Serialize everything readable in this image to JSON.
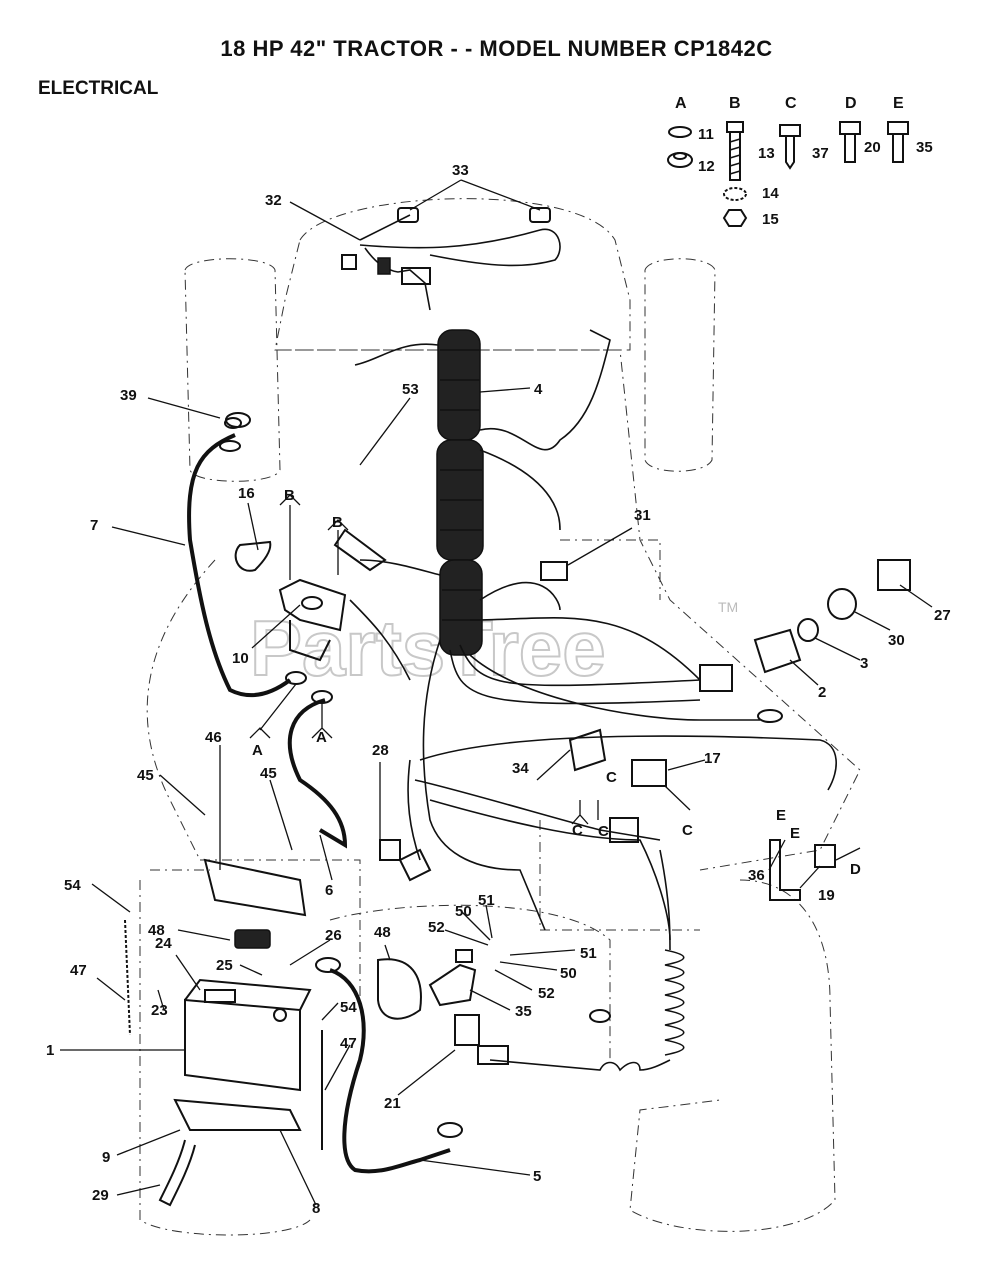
{
  "header": {
    "title": "18 HP 42\" TRACTOR - - MODEL NUMBER CP1842C",
    "section": "ELECTRICAL"
  },
  "watermark": {
    "text": "PartsTree",
    "tm": "TM"
  },
  "hardware_key": [
    {
      "letter": "A",
      "items": [
        "11",
        "12"
      ]
    },
    {
      "letter": "B",
      "items": [
        "13",
        "14",
        "15"
      ]
    },
    {
      "letter": "C",
      "items": [
        "37"
      ]
    },
    {
      "letter": "D",
      "items": [
        "20"
      ]
    },
    {
      "letter": "E",
      "items": [
        "35"
      ]
    }
  ],
  "callouts": {
    "c1": "1",
    "c2": "2",
    "c3": "3",
    "c4": "4",
    "c5": "5",
    "c6": "6",
    "c7": "7",
    "c8": "8",
    "c9": "9",
    "c10": "10",
    "c16": "16",
    "c17": "17",
    "c19": "19",
    "c21": "21",
    "c23": "23",
    "c24": "24",
    "c25": "25",
    "c26": "26",
    "c27": "27",
    "c28": "28",
    "c29": "29",
    "c30": "30",
    "c31": "31",
    "c32": "32",
    "c33": "33",
    "c34": "34",
    "c35a": "35",
    "c36": "36",
    "c39": "39",
    "c45a": "45",
    "c45b": "45",
    "c46": "46",
    "c47a": "47",
    "c47b": "47",
    "c48a": "48",
    "c48b": "48",
    "c50a": "50",
    "c50b": "50",
    "c51a": "51",
    "c51b": "51",
    "c52a": "52",
    "c52b": "52",
    "c53": "53",
    "c54a": "54",
    "c54b": "54"
  },
  "hardware_refs": {
    "A1": "A",
    "A2": "A",
    "B1": "B",
    "B2": "B",
    "C1": "C",
    "C2": "C",
    "C3": "C",
    "C4": "C",
    "D1": "D",
    "E1": "E",
    "E2": "E"
  }
}
